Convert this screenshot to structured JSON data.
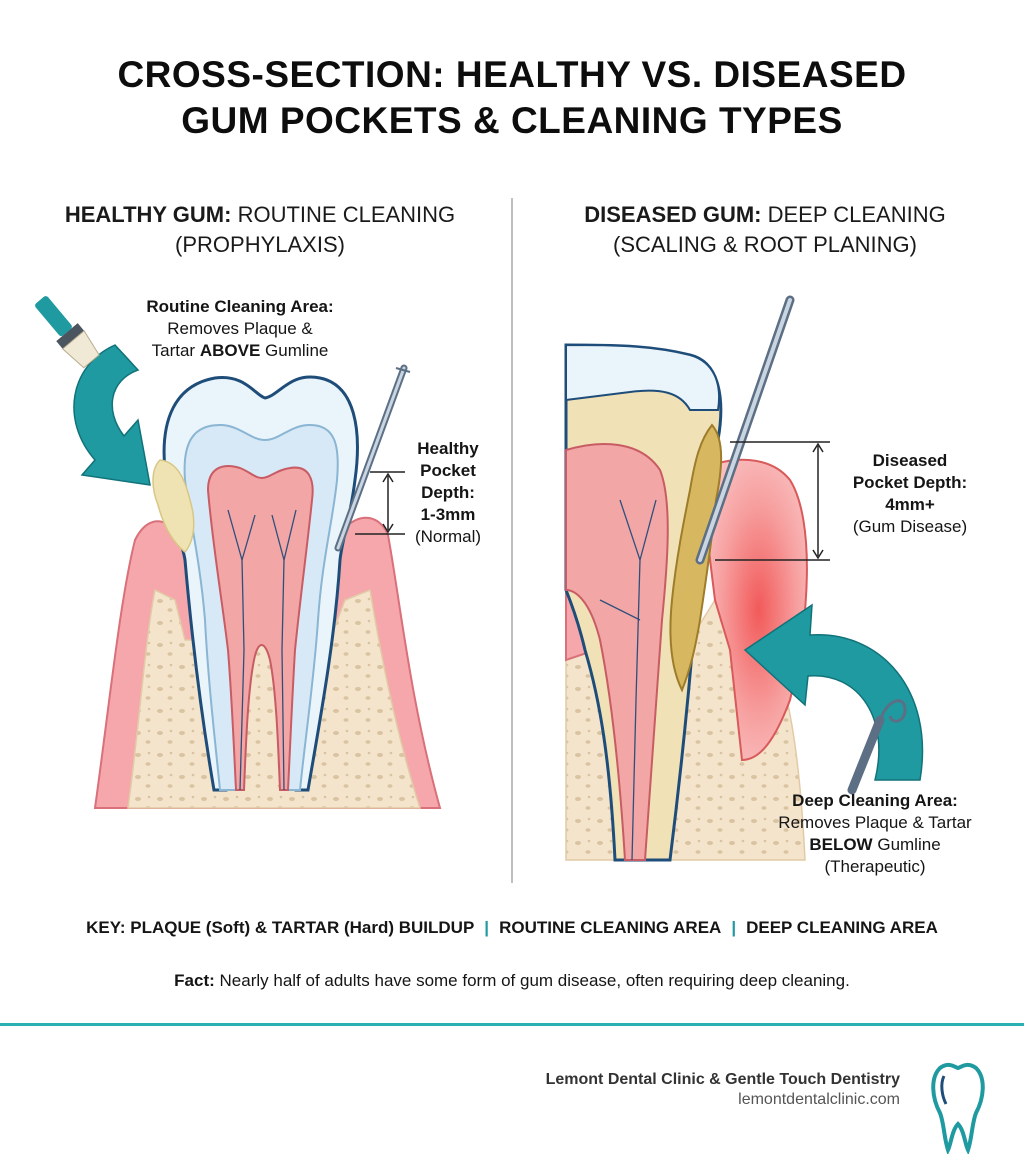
{
  "title": {
    "line1": "CROSS-SECTION: HEALTHY VS. DISEASED",
    "line2": "GUM POCKETS & CLEANING TYPES"
  },
  "left_panel": {
    "heading_bold": "HEALTHY GUM:",
    "heading_rest": "ROUTINE CLEANING",
    "heading_line2": "(PROPHYLAXIS)",
    "area_label_bold": "Routine Cleaning Area:",
    "area_label_line2": "Removes Plaque &",
    "area_label_line3_pre": "Tartar",
    "area_label_line3_bold": "ABOVE",
    "area_label_line3_post": "Gumline",
    "depth_line1": "Healthy",
    "depth_line2": "Pocket",
    "depth_line3": "Depth:",
    "depth_line4": "1-3mm",
    "depth_line5": "(Normal)"
  },
  "right_panel": {
    "heading_bold": "DISEASED GUM:",
    "heading_rest": "DEEP CLEANING",
    "heading_line2": "(SCALING & ROOT PLANING)",
    "depth_line1": "Diseased",
    "depth_line2": "Pocket Depth:",
    "depth_line3": "4mm+",
    "depth_line4": "(Gum Disease)",
    "area_label_bold": "Deep Cleaning Area:",
    "area_label_line2": "Removes Plaque & Tartar",
    "area_label_line3_bold": "BELOW",
    "area_label_line3_post": "Gumline",
    "area_label_line4": "(Therapeutic)"
  },
  "key": {
    "item1": "KEY: PLAQUE (Soft) & TARTAR (Hard) BUILDUP",
    "item2": "ROUTINE CLEANING AREA",
    "item3": "DEEP CLEANING AREA",
    "separator": "|"
  },
  "fact": {
    "label": "Fact:",
    "text": "Nearly half of adults have some form of gum disease, often requiring deep cleaning."
  },
  "footer": {
    "clinic_name": "Lemont Dental Clinic & Gentle Touch Dentistry",
    "url": "lemontdentalclinic.com"
  },
  "colors": {
    "teal": "#1e9aa0",
    "gum": "#f4a3a8",
    "bone": "#f3e2c8",
    "enamel": "#eaf4fb",
    "tartar": "#e9d79a"
  },
  "icons": [
    "brush-icon",
    "probe-icon",
    "scaler-icon",
    "tooth-logo-icon",
    "curved-arrow-icon"
  ]
}
